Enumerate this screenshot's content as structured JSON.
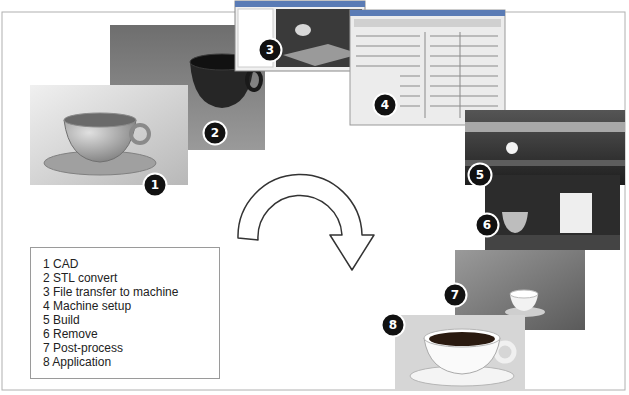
{
  "diagram": {
    "nodes": [
      {
        "text": [
          "1"
        ]
      },
      {
        "text": [
          "2"
        ]
      },
      {
        "text": [
          "3"
        ]
      },
      {
        "text": [
          "4"
        ]
      },
      {
        "text": [
          "5"
        ]
      },
      {
        "text": [
          "6"
        ]
      },
      {
        "text": [
          "7"
        ]
      },
      {
        "text": [
          "8"
        ]
      },
      {
        "text": [
          "1 CAD",
          "2 STL convert",
          "3 File transfer to machine",
          "4 Machine setup",
          "5 Build",
          "6 Remove",
          "7 Post-process",
          "8 Application"
        ]
      }
    ]
  }
}
